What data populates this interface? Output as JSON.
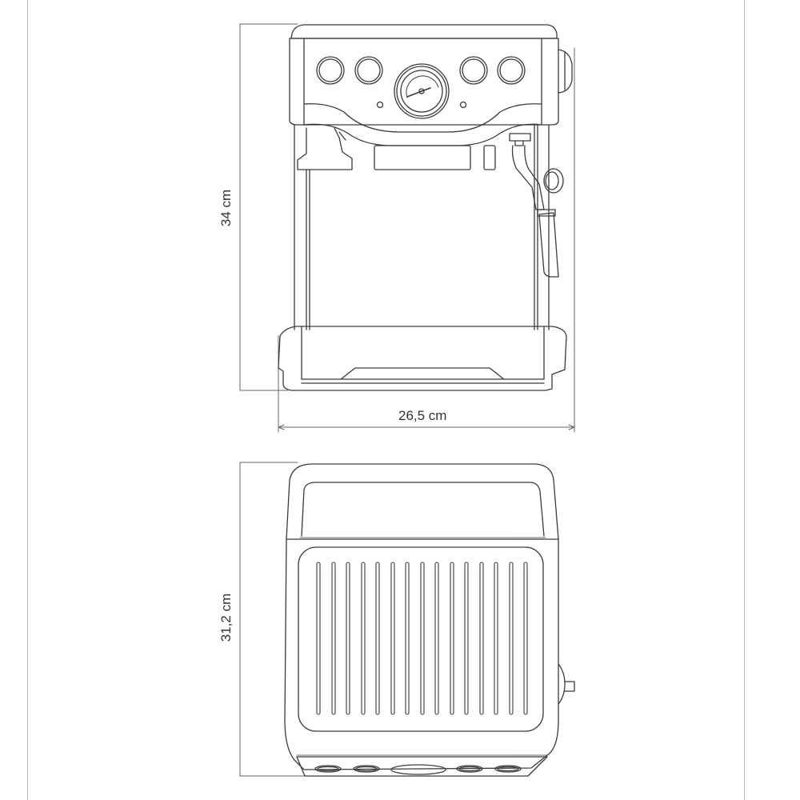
{
  "diagram": {
    "title": "Espresso machine dimension drawing",
    "views": [
      {
        "name": "front-view",
        "dimensions": {
          "height": "34 cm",
          "width": "26,5 cm"
        }
      },
      {
        "name": "top-view",
        "dimensions": {
          "depth": "31,2 cm"
        }
      }
    ],
    "labels": {
      "front_height": "34 cm",
      "front_width": "26,5 cm",
      "top_depth": "31,2 cm"
    },
    "components": {
      "front_view": [
        "control-panel",
        "button-1",
        "button-2",
        "pressure-gauge",
        "button-3",
        "button-4",
        "indicator-light-left",
        "indicator-light-right",
        "group-head",
        "portafilter-holder",
        "steam-wand",
        "side-knob",
        "drip-tray"
      ],
      "top_view": [
        "water-tank-lid",
        "cup-warmer-grille",
        "front-buttons-edge",
        "steam-knob-side"
      ]
    },
    "grille_slots": 15,
    "watermark": "",
    "colors": {
      "line": "#3a3a3a",
      "frame": "#b8b8b8",
      "dimension": "#555555"
    }
  }
}
